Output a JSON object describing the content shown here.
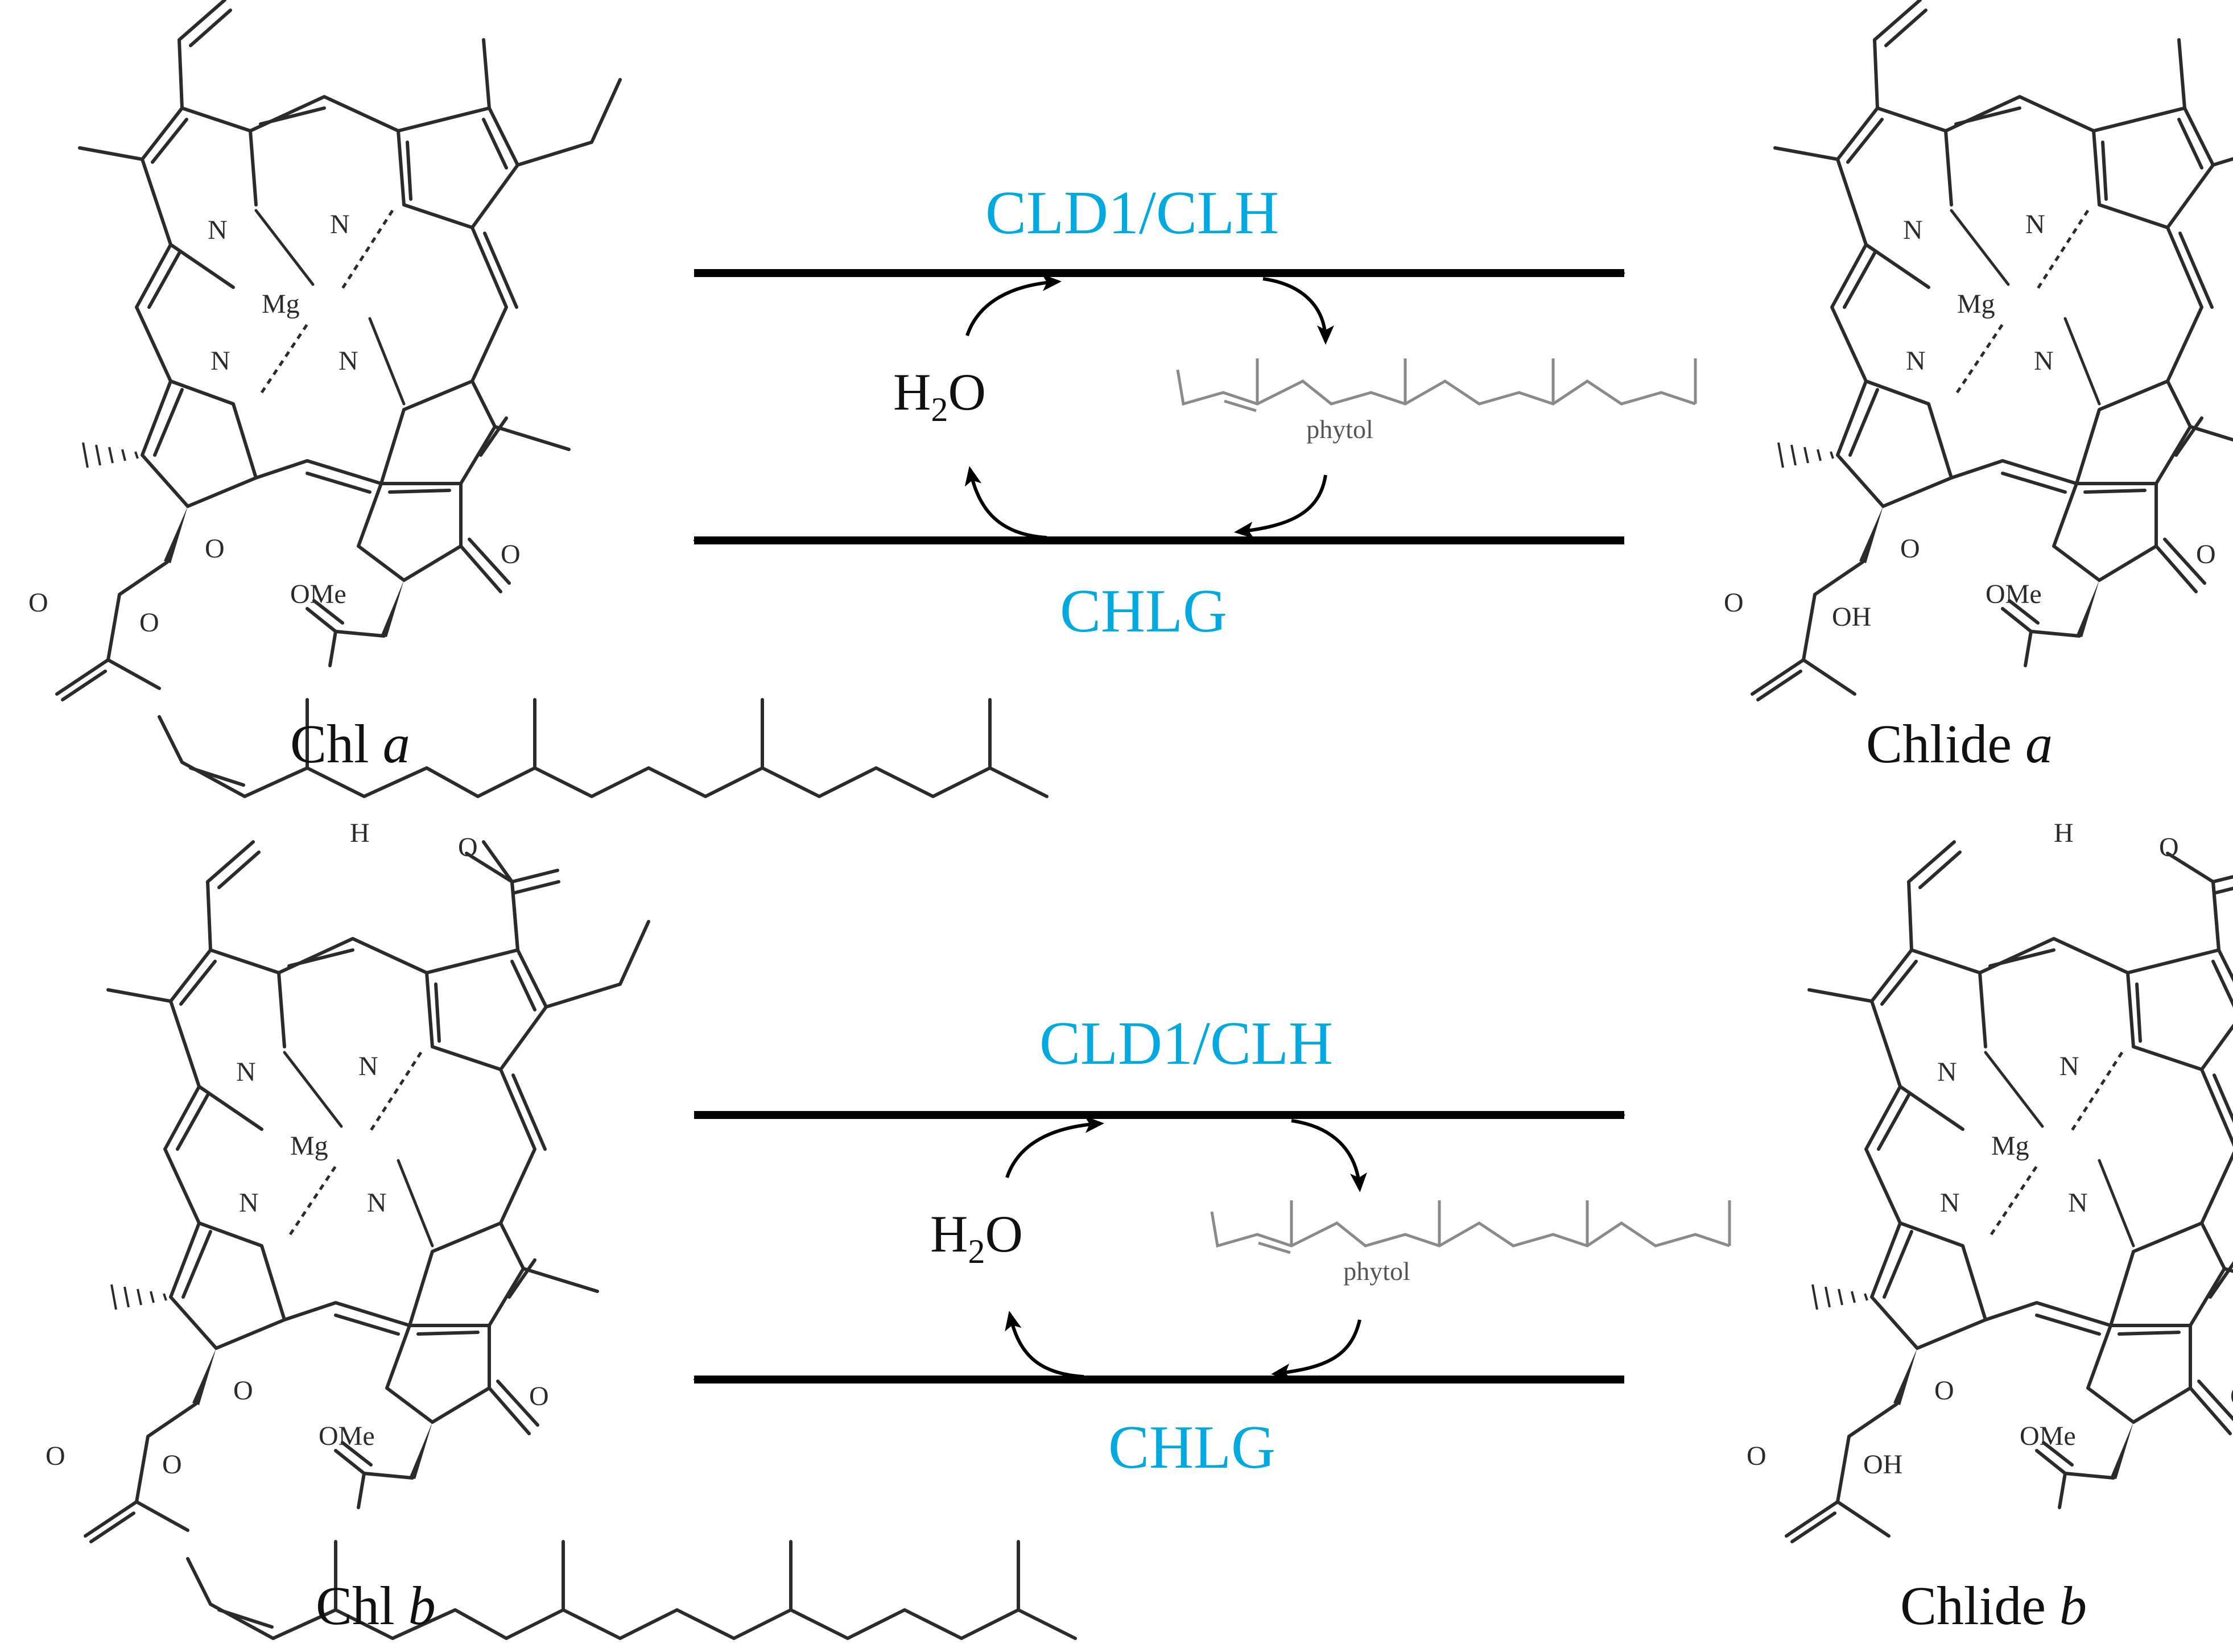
{
  "colors": {
    "enzyme": "#00a9e0",
    "arrow": "#000000",
    "structure": "#2b2b2b",
    "phytol_fragment": "#8a8a8a"
  },
  "atom_labels": {
    "nitrogen": "N",
    "magnesium": "Mg",
    "oxygen": "O",
    "hydrogen": "H",
    "methoxy": "OMe",
    "hydroxyl": "OH"
  },
  "top_reaction": {
    "substrate": {
      "name": "Chl",
      "suffix": "a"
    },
    "product": {
      "name": "Chlide",
      "suffix": "a"
    },
    "forward_enzyme": "CLD1/CLH",
    "reverse_enzyme": "CHLG",
    "water": {
      "base": "H",
      "subscript": "2",
      "tail": "O"
    },
    "side_product": "phytol"
  },
  "bottom_reaction": {
    "substrate": {
      "name": "Chl",
      "suffix": "b"
    },
    "product": {
      "name": "Chlide",
      "suffix": "b"
    },
    "forward_enzyme": "CLD1/CLH",
    "reverse_enzyme": "CHLG",
    "water": {
      "base": "H",
      "subscript": "2",
      "tail": "O"
    },
    "side_product": "phytol"
  }
}
